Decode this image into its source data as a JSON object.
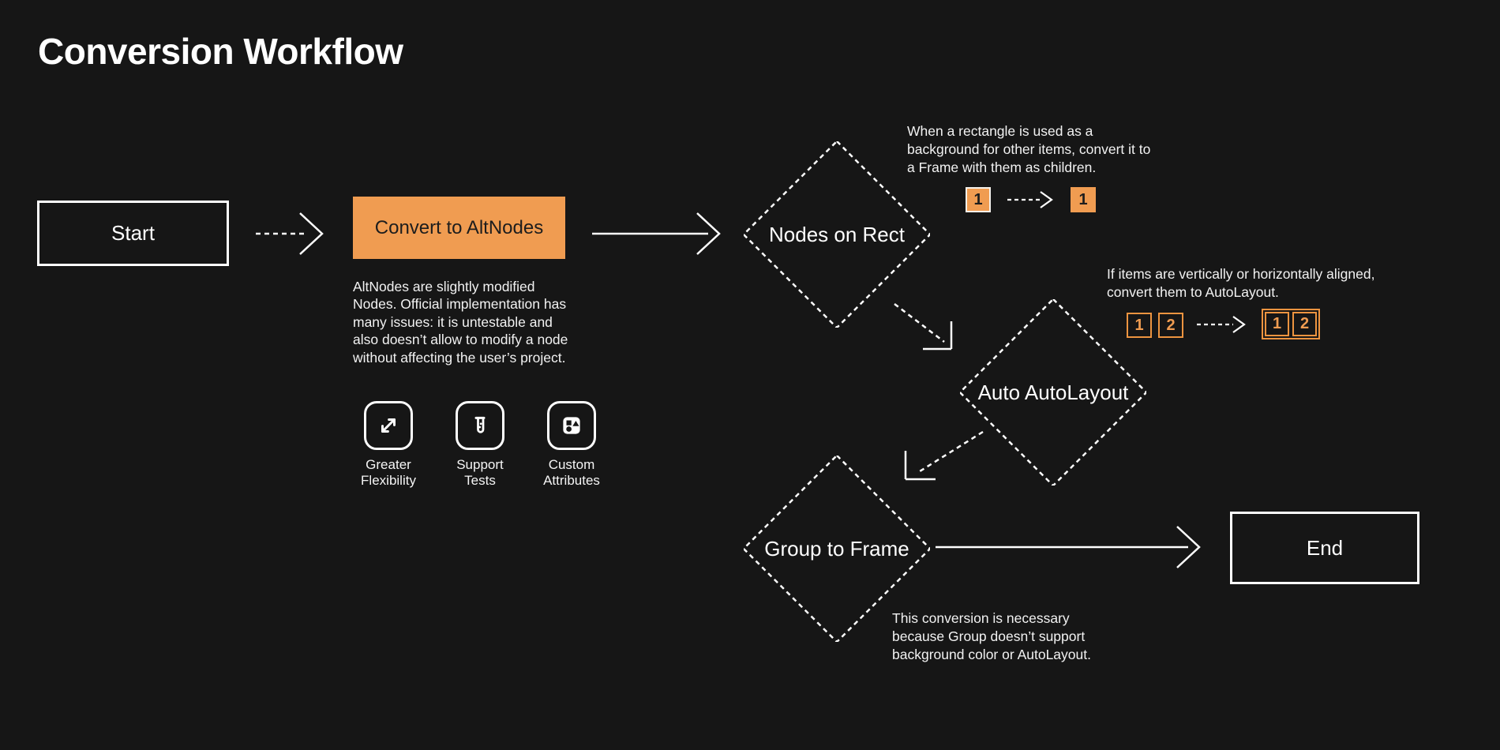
{
  "title": "Conversion Workflow",
  "colors": {
    "background": "#161616",
    "foreground": "#FFFFFF",
    "accent": "#F09C51",
    "dark_text": "#1D1D1D"
  },
  "nodes": {
    "start": {
      "label": "Start"
    },
    "convert": {
      "label": "Convert to AltNodes",
      "description": "AltNodes are slightly modified Nodes. Official implementation has many issues: it is untestable and also doesn’t allow to modify a node without affecting the user’s project."
    },
    "nodes_on_rect": {
      "label": "Nodes on Rect"
    },
    "auto_autolayout": {
      "label": "Auto AutoLayout"
    },
    "group_to_frame": {
      "label": "Group to Frame"
    },
    "end": {
      "label": "End"
    }
  },
  "features": [
    {
      "icon": "expand-arrows-icon",
      "label": "Greater Flexibility"
    },
    {
      "icon": "test-tube-icon",
      "label": "Support Tests"
    },
    {
      "icon": "shapes-icon",
      "label": "Custom Attributes"
    }
  ],
  "annotations": {
    "rect_to_frame": {
      "text": "When a rectangle is used as a background for other items, convert it to a Frame with them as children.",
      "before_item": "1",
      "after_item": "1"
    },
    "autolayout": {
      "text": "If items are vertically or horizontally aligned, convert them to AutoLayout.",
      "before_items": [
        "1",
        "2"
      ],
      "after_items": [
        "1",
        "2"
      ]
    },
    "group_note": {
      "text": "This conversion is necessary because Group doesn’t support background color or AutoLayout."
    }
  }
}
